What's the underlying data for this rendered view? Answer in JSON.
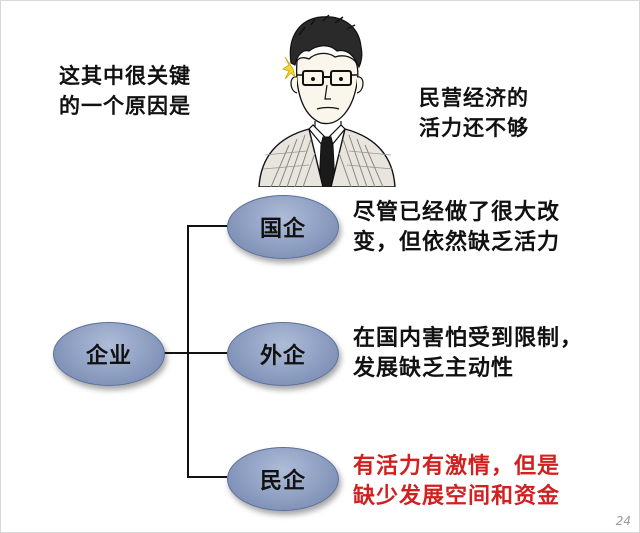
{
  "intro": {
    "left_line1": "这其中很关键",
    "left_line2": "的一个原因是",
    "right_line1": "民营经济的",
    "right_line2": "活力还不够"
  },
  "root": {
    "label": "企业"
  },
  "branches": [
    {
      "label": "国企",
      "desc_line1": "尽管已经做了很大改",
      "desc_line2": "变，但依然缺乏活力",
      "desc_color": "#111111"
    },
    {
      "label": "外企",
      "desc_line1": "在国内害怕受到限制，",
      "desc_line2": "发展缺乏主动性",
      "desc_color": "#111111"
    },
    {
      "label": "民企",
      "desc_line1": "有活力有激情，但是",
      "desc_line2": "缺少发展空间和资金",
      "desc_color": "#d21f1f"
    }
  ],
  "page_number": "24"
}
